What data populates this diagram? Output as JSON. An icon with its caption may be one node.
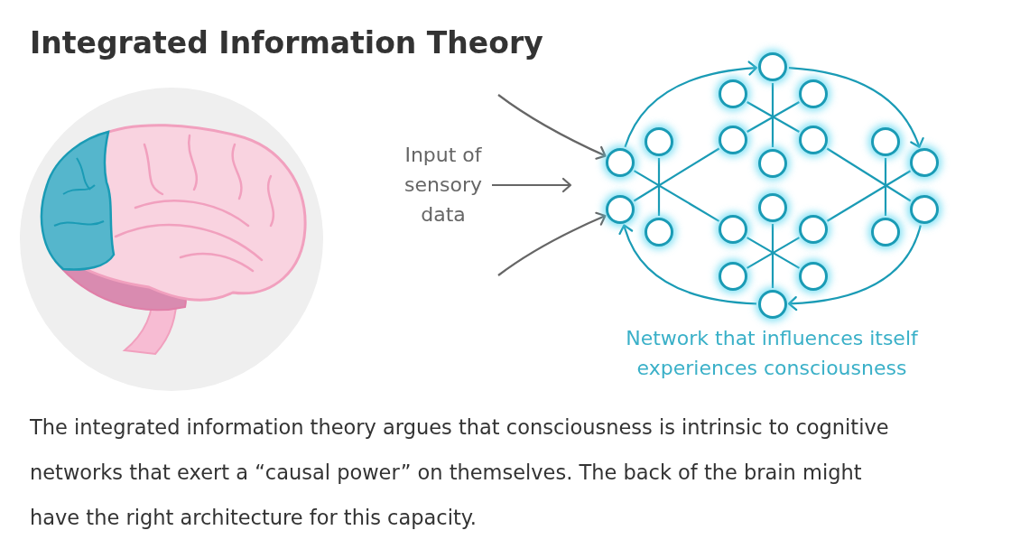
{
  "diagram": {
    "title": "Integrated Information Theory",
    "caption": "The integrated information theory argues that consciousness is intrinsic to cognitive networks that exert a “causal power” on themselves. The back of the brain might have the right architecture for this capacity.",
    "nodes": [
      {
        "text": [],
        "shape": "picture"
      },
      {
        "text": [
          "Input of sensory data"
        ]
      },
      {
        "text": [],
        "shape": "circle"
      },
      {
        "text": [],
        "shape": "circle"
      },
      {
        "text": [],
        "shape": "circle"
      },
      {
        "text": [],
        "shape": "circle"
      },
      {
        "text": [],
        "shape": "circle"
      },
      {
        "text": [],
        "shape": "circle"
      },
      {
        "text": [],
        "shape": "circle"
      },
      {
        "text": [],
        "shape": "circle"
      },
      {
        "text": [],
        "shape": "circle"
      },
      {
        "text": [],
        "shape": "circle"
      },
      {
        "text": [],
        "shape": "circle"
      },
      {
        "text": [],
        "shape": "circle"
      },
      {
        "text": [],
        "shape": "circle"
      },
      {
        "text": [],
        "shape": "circle"
      },
      {
        "text": [],
        "shape": "circle"
      },
      {
        "text": [],
        "shape": "circle"
      },
      {
        "text": [],
        "shape": "circle"
      },
      {
        "text": [],
        "shape": "circle"
      },
      {
        "text": [],
        "shape": "circle"
      },
      {
        "text": [],
        "shape": "circle"
      }
    ],
    "edges": [
      {
        "from": 2,
        "to": 10,
        "arrow": "none"
      },
      {
        "from": 3,
        "to": 7,
        "arrow": "none"
      },
      {
        "from": 4,
        "to": 6,
        "arrow": "none"
      },
      {
        "from": 13,
        "to": 21,
        "arrow": "none"
      },
      {
        "from": 16,
        "to": 20,
        "arrow": "none"
      },
      {
        "from": 17,
        "to": 19,
        "arrow": "none"
      },
      {
        "from": 5,
        "to": 15,
        "arrow": "none"
      },
      {
        "from": 9,
        "to": 16,
        "arrow": "none"
      },
      {
        "from": 12,
        "to": 6,
        "arrow": "none"
      },
      {
        "from": 8,
        "to": 18,
        "arrow": "none"
      },
      {
        "from": 11,
        "to": 17,
        "arrow": "none"
      },
      {
        "from": 14,
        "to": 7,
        "arrow": "none"
      },
      {
        "from": 9,
        "to": 2,
        "arrow": "to"
      },
      {
        "from": 2,
        "to": 11,
        "arrow": "to"
      },
      {
        "from": 14,
        "to": 21,
        "arrow": "to"
      },
      {
        "from": 21,
        "to": 12,
        "arrow": "to"
      },
      {
        "from": null,
        "to": 9,
        "arrow": "to",
        "color": "#666666"
      },
      {
        "from": 1,
        "to": null,
        "arrow": "to",
        "color": "#666666"
      },
      {
        "from": null,
        "to": 12,
        "arrow": "to",
        "color": "#666666"
      }
    ],
    "labels": [
      "Network that influences itself experiences consciousness"
    ]
  }
}
